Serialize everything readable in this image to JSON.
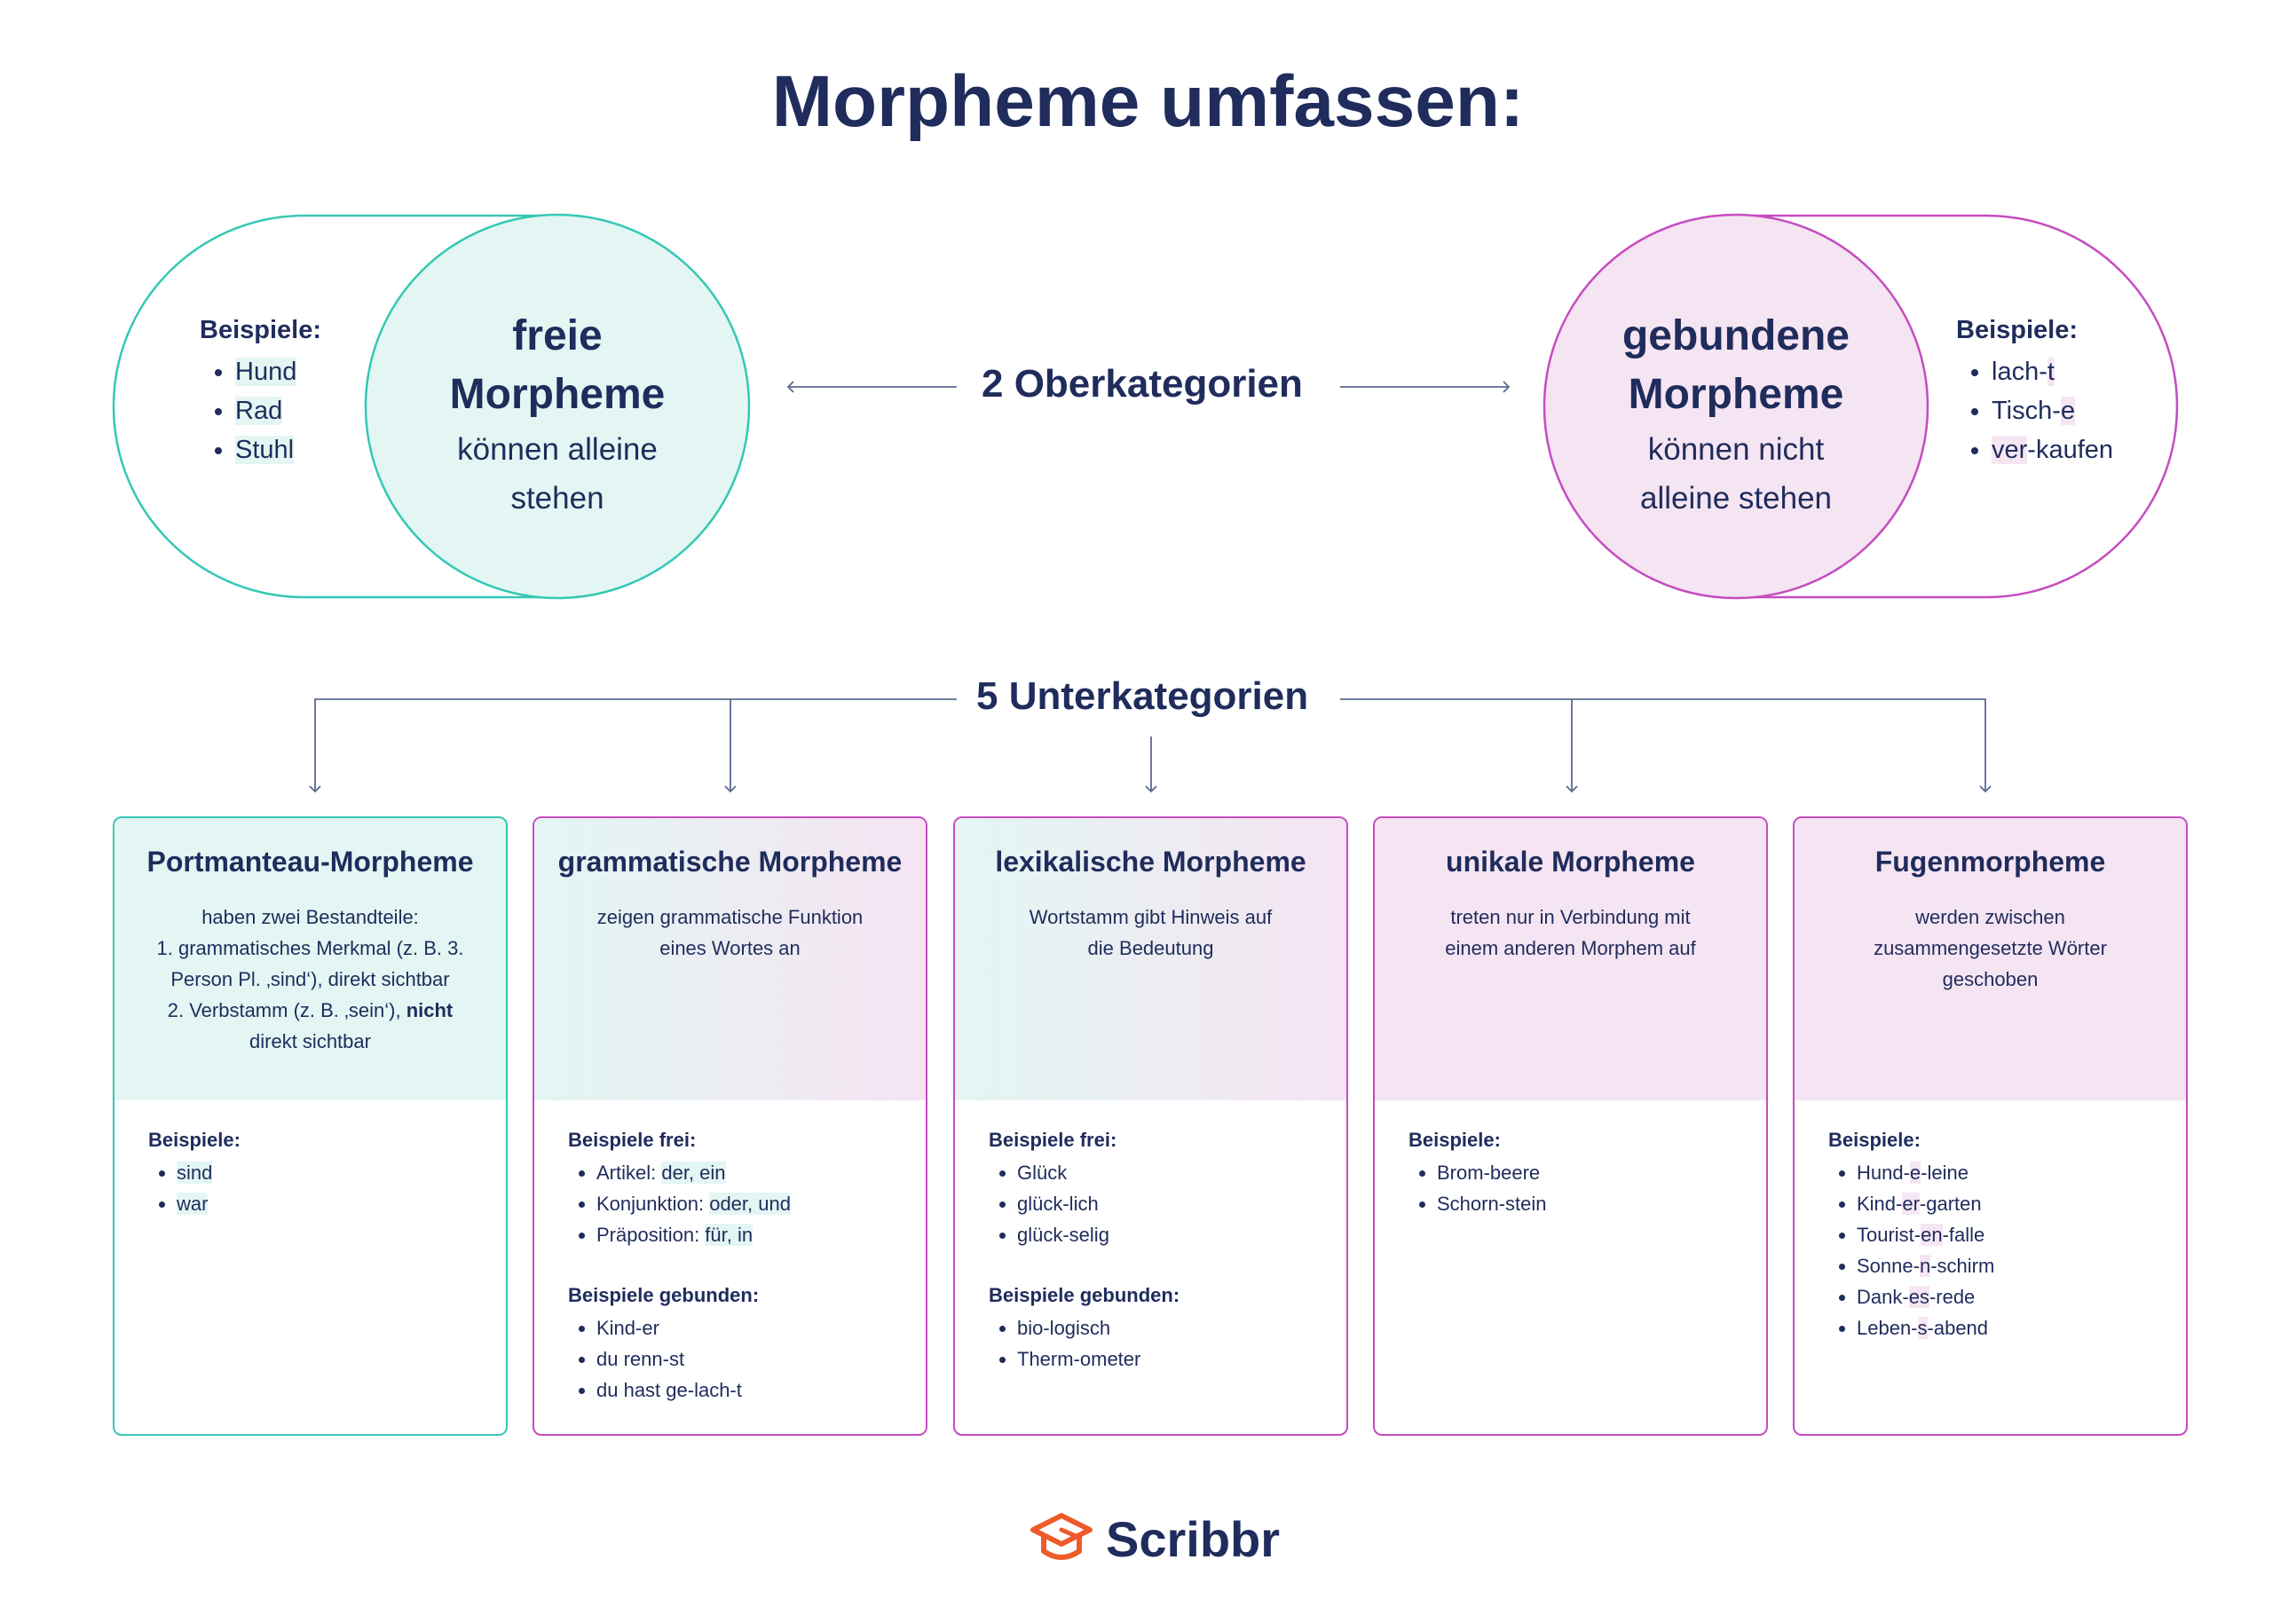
{
  "title": "Morpheme umfassen:",
  "oberkategorien_label": "2 Oberkategorien",
  "unterkategorien_label": "5 Unterkategorien",
  "free": {
    "heading_1": "freie",
    "heading_2": "Morpheme",
    "desc_1": "können alleine",
    "desc_2": "stehen",
    "examples_heading": "Beispiele:",
    "examples": [
      "Hund",
      "Rad",
      "Stuhl"
    ]
  },
  "bound": {
    "heading_1": "gebundene",
    "heading_2": "Morpheme",
    "desc_1": "können nicht",
    "desc_2": "alleine stehen",
    "examples_heading": "Beispiele:",
    "examples": [
      {
        "pre": "lach-",
        "hl": "t",
        "post": ""
      },
      {
        "pre": "Tisch-",
        "hl": "e",
        "post": ""
      },
      {
        "pre": "",
        "hl": "ver",
        "post": "-kaufen"
      }
    ]
  },
  "cards": {
    "portmanteau": {
      "title": "Portmanteau-Morpheme",
      "desc_1": "haben zwei Bestandteile:",
      "desc_2": "1. grammatisches Merkmal (z. B. 3.",
      "desc_3": "Person Pl. ‚sind‘), direkt sichtbar",
      "desc_4a": "2. Verbstamm (z. B. ‚sein‘), ",
      "desc_4b": "nicht",
      "desc_5": "direkt sichtbar",
      "examples_heading": "Beispiele:",
      "examples": [
        "sind",
        "war"
      ]
    },
    "grammatisch": {
      "title": "grammatische Morpheme",
      "desc_1": "zeigen grammatische Funktion",
      "desc_2": "eines Wortes an",
      "free_heading": "Beispiele frei:",
      "free": [
        {
          "label": "Artikel: ",
          "hl": "der, ein"
        },
        {
          "label": "Konjunktion: ",
          "hl": "oder, und"
        },
        {
          "label": "Präposition: ",
          "hl": "für, in"
        }
      ],
      "bound_heading": "Beispiele gebunden:",
      "bound": [
        "Kind-er",
        "du renn-st",
        "du hast ge-lach-t"
      ]
    },
    "lexikalisch": {
      "title": "lexikalische Morpheme",
      "desc_1": "Wortstamm gibt Hinweis auf",
      "desc_2": "die Bedeutung",
      "free_heading": "Beispiele frei:",
      "free": [
        "Glück",
        "glück-lich",
        "glück-selig"
      ],
      "bound_heading": "Beispiele gebunden:",
      "bound": [
        "bio-logisch",
        "Therm-ometer"
      ]
    },
    "unikal": {
      "title": "unikale Morpheme",
      "desc_1": "treten nur in Verbindung mit",
      "desc_2": "einem anderen Morphem auf",
      "examples_heading": "Beispiele:",
      "examples": [
        "Brom-beere",
        "Schorn-stein"
      ]
    },
    "fugen": {
      "title": "Fugenmorpheme",
      "desc_1": "werden zwischen",
      "desc_2": "zusammengesetzte Wörter",
      "desc_3": "geschoben",
      "examples_heading": "Beispiele:",
      "examples": [
        {
          "a": "Hund-",
          "hl": "e",
          "b": "-leine"
        },
        {
          "a": "Kind-",
          "hl": "er",
          "b": "-garten"
        },
        {
          "a": "Tourist-",
          "hl": "en",
          "b": "-falle"
        },
        {
          "a": "Sonne-",
          "hl": "n",
          "b": "-schirm"
        },
        {
          "a": "Dank-",
          "hl": "es",
          "b": "-rede"
        },
        {
          "a": "Leben-",
          "hl": "s",
          "b": "-abend"
        }
      ]
    }
  },
  "logo": {
    "word": "Scribbr",
    "icon": "graduation-cap-icon"
  },
  "colors": {
    "navy": "#1f2c5c",
    "teal": "#35c8b4",
    "pink": "#c64cc0",
    "orange": "#ef5a2a"
  }
}
